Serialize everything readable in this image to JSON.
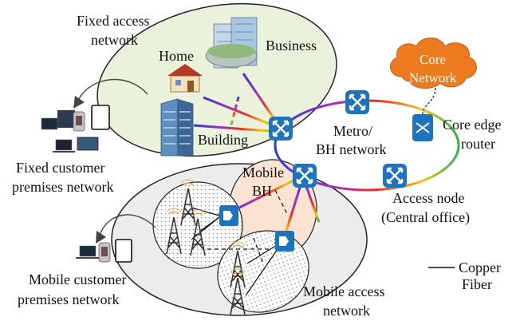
{
  "labels": {
    "fixed_access": [
      "Fixed access",
      "network"
    ],
    "home": "Home",
    "business": "Business",
    "building": "Building",
    "core": [
      "Core",
      "Network"
    ],
    "metro": [
      "Metro/",
      "BH network"
    ],
    "core_edge": [
      "Core edge",
      "router"
    ],
    "fixed_customer": [
      "Fixed customer",
      "premises network"
    ],
    "mobile_bh": [
      "Mobile",
      "BH"
    ],
    "access_node": [
      "Access node",
      "(Central office)"
    ],
    "mobile_customer": [
      "Mobile customer",
      "premises network"
    ],
    "mobile_access": [
      "Mobile access",
      "network"
    ]
  },
  "legend": {
    "copper": "Copper",
    "fiber": "Fiber"
  },
  "colors": {
    "fixed_network_fill": "#eaf2dc",
    "mobile_network_fill": "#ececec",
    "mobile_bh_fill": "#fbe3d2",
    "core_cloud": "#ec7a1f",
    "node_blue": "#1e73be"
  }
}
